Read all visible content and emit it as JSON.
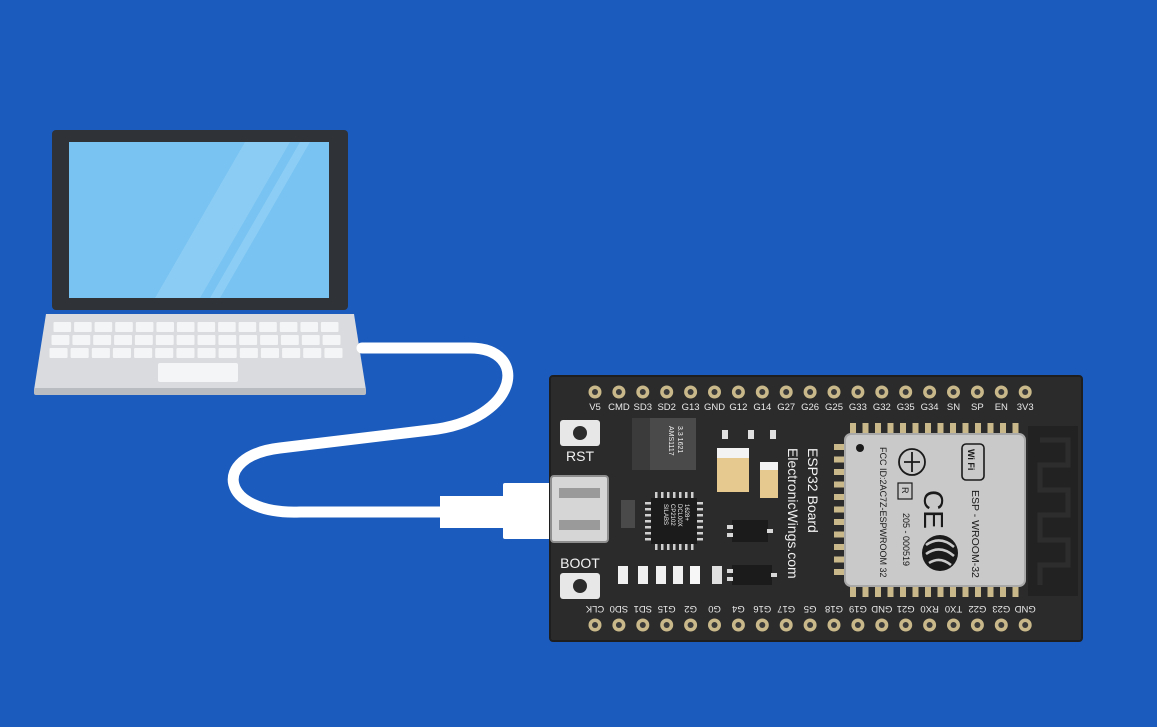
{
  "colors": {
    "background": "#1b5bbd",
    "laptop_bezel": "#2f3237",
    "laptop_screen": "#78c3f2",
    "laptop_base": "#d9dbde",
    "cable": "#ffffff",
    "board": "#2b2b2b",
    "pin_pad": "#c9b98a",
    "module_shield": "#c9c9c9"
  },
  "board": {
    "title": "ESP32 Board",
    "url": "ElectronicWings.com",
    "rst_label": "RST",
    "boot_label": "BOOT",
    "top_pins": [
      "V5",
      "CMD",
      "SD3",
      "SD2",
      "G13",
      "GND",
      "G12",
      "G14",
      "G27",
      "G26",
      "G25",
      "G33",
      "G32",
      "G35",
      "G34",
      "SN",
      "SP",
      "EN",
      "3V3"
    ],
    "bottom_pins": [
      "CLK",
      "SD0",
      "SD1",
      "G15",
      "G2",
      "G0",
      "G4",
      "G16",
      "G17",
      "G5",
      "G18",
      "G19",
      "GND",
      "G21",
      "RX0",
      "TX0",
      "G22",
      "G23",
      "GND"
    ]
  },
  "module": {
    "name": "ESP - WROOM-32",
    "fcc": "FCC ID:2AC7Z-ESPWROOM 32",
    "cert_code": "205 - 000519",
    "wifi_mark": "Wi Fi",
    "ce_mark": "CE",
    "r_mark": "R"
  },
  "usb_chip": {
    "line1": "SILABS",
    "line2": "CP2102",
    "line3": "DCL00X",
    "line4": "1628+"
  },
  "regulator": {
    "line1": "AMS1117",
    "line2": "3.3 1621"
  },
  "icons": [
    "laptop-icon",
    "usb-cable-icon",
    "esp32-board-icon"
  ]
}
